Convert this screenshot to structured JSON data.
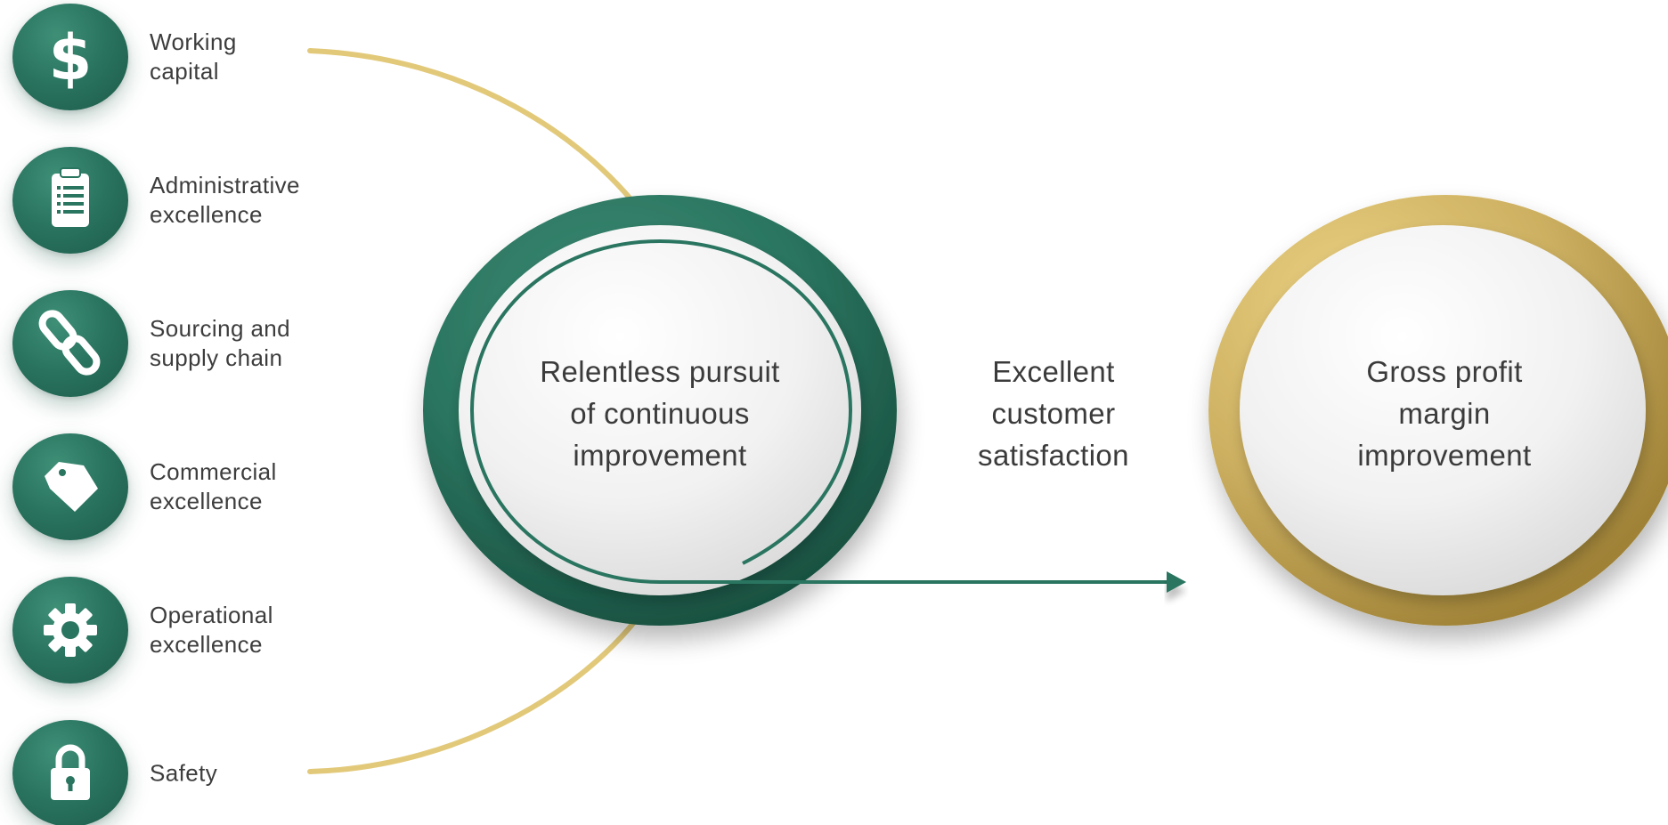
{
  "pillars": [
    {
      "icon": "dollar-icon",
      "line1": "Working",
      "line2": "capital"
    },
    {
      "icon": "clipboard-icon",
      "line1": "Administrative",
      "line2": "excellence"
    },
    {
      "icon": "chain-link-icon",
      "line1": "Sourcing and",
      "line2": "supply chain"
    },
    {
      "icon": "tag-icon",
      "line1": "Commercial",
      "line2": "excellence"
    },
    {
      "icon": "gear-icon",
      "line1": "Operational",
      "line2": "excellence"
    },
    {
      "icon": "lock-icon",
      "line1": "Safety",
      "line2": ""
    }
  ],
  "center_circle": {
    "lines": [
      "Relentless pursuit",
      "of continuous",
      "improvement"
    ]
  },
  "middle_text": {
    "lines": [
      "Excellent",
      "customer",
      "satisfaction"
    ]
  },
  "right_circle": {
    "lines": [
      "Gross profit",
      "margin",
      "improvement"
    ]
  },
  "colors": {
    "green": "#2a7560",
    "dark_green": "#1c5a48",
    "gold": "#c9ad5a",
    "light_gold": "#e2c97a"
  }
}
